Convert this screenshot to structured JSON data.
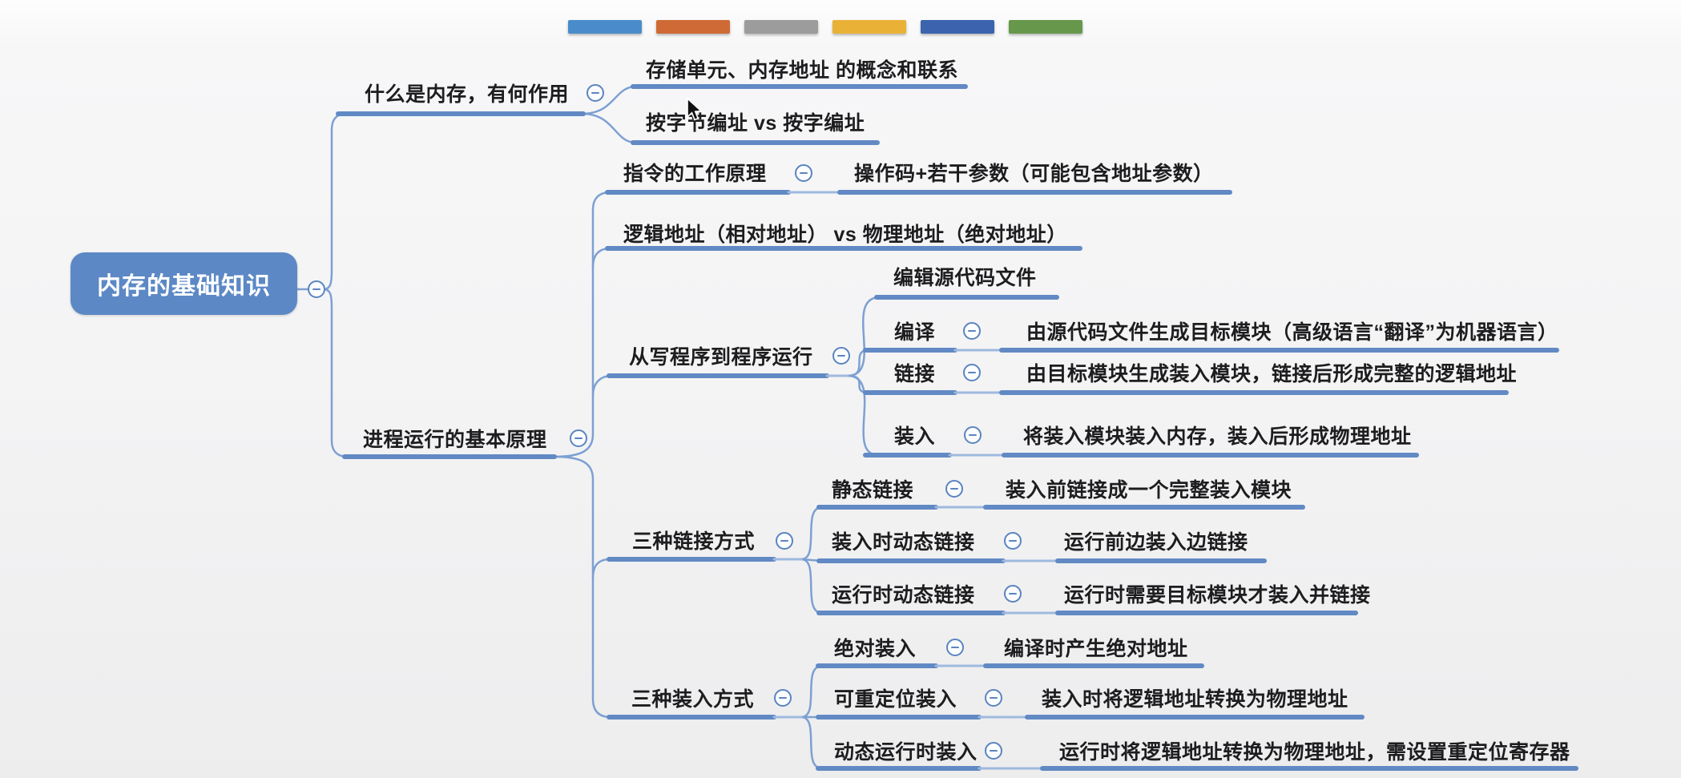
{
  "palette": {
    "bars": [
      "#4a8ccb",
      "#cf6a36",
      "#9c9c9c",
      "#e9b237",
      "#3c63ae",
      "#67974b"
    ],
    "node_fill": "#5c88c5",
    "line_color": "#6189c4",
    "icon_border": "#5b84bf"
  },
  "icons": {
    "collapse_glyph": "minus-circle",
    "cursor_glyph": "arrow-pointer"
  },
  "mindmap": {
    "root": {
      "label": "内存的基础知识"
    },
    "what_is_memory": {
      "label": "什么是内存，有何作用",
      "children": {
        "concepts": {
          "label": "存储单元、内存地址 的概念和联系"
        },
        "addressing": {
          "label": "按字节编址 vs 按字编址"
        }
      }
    },
    "process_basics": {
      "label": "进程运行的基本原理",
      "children": {
        "instruction": {
          "label": "指令的工作原理",
          "detail": "操作码+若干参数（可能包含地址参数）"
        },
        "logical_physical": {
          "label": "逻辑地址（相对地址） vs 物理地址（绝对地址）"
        },
        "program_to_run": {
          "label": "从写程序到程序运行",
          "children": {
            "edit": {
              "label": "编辑源代码文件"
            },
            "compile": {
              "label": "编译",
              "detail": "由源代码文件生成目标模块（高级语言“翻译”为机器语言）"
            },
            "link": {
              "label": "链接",
              "detail": "由目标模块生成装入模块，链接后形成完整的逻辑地址"
            },
            "load": {
              "label": "装入",
              "detail": "将装入模块装入内存，装入后形成物理地址"
            }
          }
        },
        "linking_modes": {
          "label": "三种链接方式",
          "children": {
            "static_link": {
              "label": "静态链接",
              "detail": "装入前链接成一个完整装入模块"
            },
            "load_time": {
              "label": "装入时动态链接",
              "detail": "运行前边装入边链接"
            },
            "run_time": {
              "label": "运行时动态链接",
              "detail": "运行时需要目标模块才装入并链接"
            }
          }
        },
        "loading_modes": {
          "label": "三种装入方式",
          "children": {
            "absolute": {
              "label": "绝对装入",
              "detail": "编译时产生绝对地址"
            },
            "relocatable": {
              "label": "可重定位装入",
              "detail": "装入时将逻辑地址转换为物理地址"
            },
            "dynamic_runtime": {
              "label": "动态运行时装入",
              "detail": "运行时将逻辑地址转换为物理地址，需设置重定位寄存器"
            }
          }
        }
      }
    }
  }
}
